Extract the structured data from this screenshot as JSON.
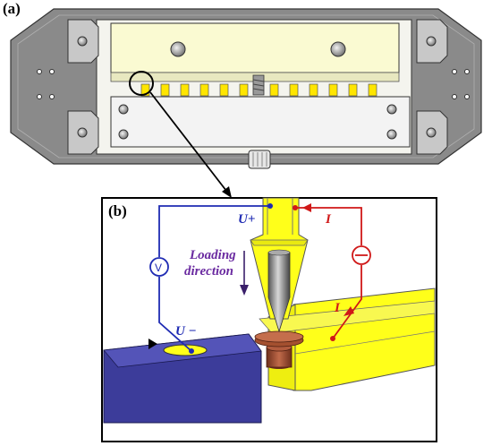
{
  "panels": {
    "a": "(a)",
    "b": "(b)"
  },
  "labels": {
    "u_plus": "U+",
    "u_minus": "U −",
    "current_top": "I",
    "current_switch": "I",
    "loading_line1": "Loading",
    "loading_line2": "direction",
    "voltmeter_symbol": "V"
  },
  "colors": {
    "voltage_wire": "#1f2bb3",
    "current_wire": "#d01818",
    "loading_text": "#6a2aa0",
    "electrode": "#ffff1a",
    "left_block": "#3c3c9a",
    "specimen": "#9b4a2e",
    "frame": "#888888"
  }
}
